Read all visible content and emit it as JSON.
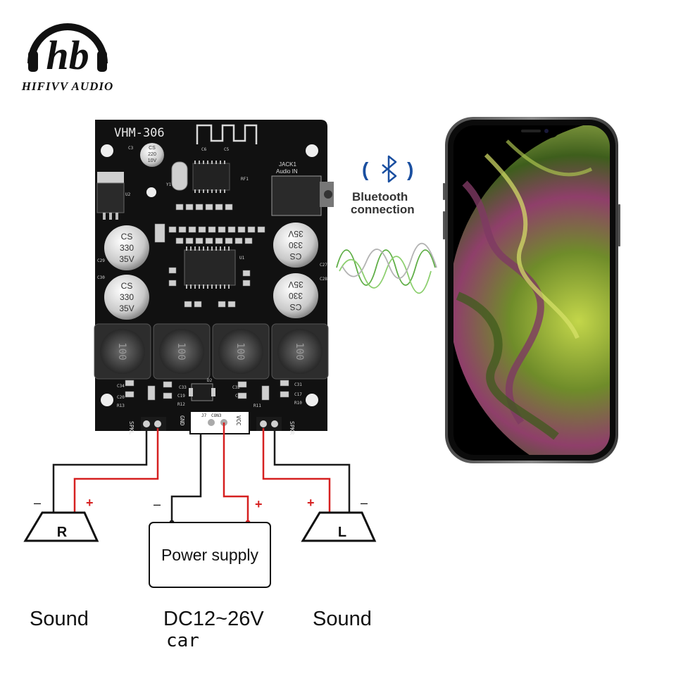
{
  "brand": {
    "logo_letters": "hb",
    "name": "HIFIVV AUDIO"
  },
  "board": {
    "model": "VHM-306",
    "jack_label": "JACK1",
    "jack_sub": "Audio IN",
    "cap_small": [
      "CS",
      "220",
      "10V"
    ],
    "cap_large": [
      "CS",
      "330",
      "35V"
    ],
    "inductor_text": "100",
    "terminals": {
      "left": "SPKL",
      "gnd": "GND",
      "vcc": "VCC",
      "right": "SPKR",
      "j7": "J7",
      "con": "CON3"
    },
    "silk": [
      "C3",
      "C5",
      "C6",
      "RF1",
      "U2",
      "U1",
      "C27",
      "C28",
      "C29",
      "C30",
      "D2",
      "C31",
      "C32",
      "C33",
      "C34",
      "R10",
      "R12",
      "R13",
      "C17",
      "C18",
      "C19",
      "C20",
      "R11",
      "Y1"
    ]
  },
  "bluetooth": {
    "label_line1": "Bluetooth",
    "label_line2": "connection",
    "accent": "#1a4fa0"
  },
  "wires": {
    "positive_color": "#d62020",
    "negative_color": "#1a1a1a"
  },
  "speakers": {
    "right": {
      "letter": "R",
      "minus": "–",
      "plus": "+"
    },
    "left": {
      "letter": "L",
      "minus": "–",
      "plus": "+"
    }
  },
  "power": {
    "box_label": "Power supply",
    "minus": "–",
    "plus": "+"
  },
  "captions": {
    "sound_left": "Sound",
    "voltage": "DC12~26V",
    "car": "car",
    "sound_right": "Sound"
  }
}
